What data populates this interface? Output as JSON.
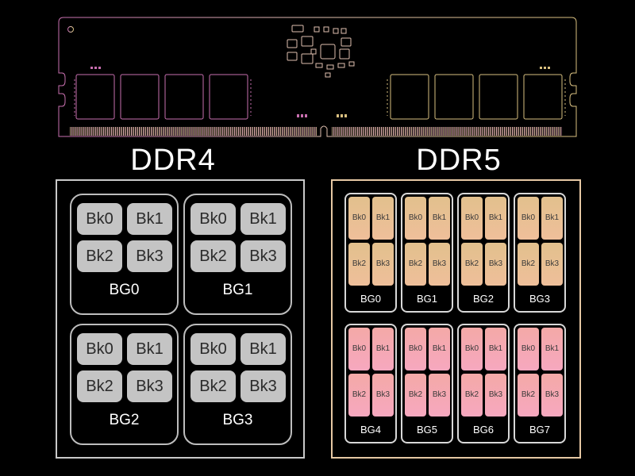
{
  "titles": {
    "left": "DDR4",
    "right": "DDR5"
  },
  "ddr4": {
    "groups": [
      {
        "label": "BG0",
        "banks": [
          "Bk0",
          "Bk1",
          "Bk2",
          "Bk3"
        ]
      },
      {
        "label": "BG1",
        "banks": [
          "Bk0",
          "Bk1",
          "Bk2",
          "Bk3"
        ]
      },
      {
        "label": "BG2",
        "banks": [
          "Bk0",
          "Bk1",
          "Bk2",
          "Bk3"
        ]
      },
      {
        "label": "BG3",
        "banks": [
          "Bk0",
          "Bk1",
          "Bk2",
          "Bk3"
        ]
      }
    ]
  },
  "ddr5": {
    "groups": [
      {
        "label": "BG0",
        "banks": [
          "Bk0",
          "Bk1",
          "Bk2",
          "Bk3"
        ]
      },
      {
        "label": "BG1",
        "banks": [
          "Bk0",
          "Bk1",
          "Bk2",
          "Bk3"
        ]
      },
      {
        "label": "BG2",
        "banks": [
          "Bk0",
          "Bk1",
          "Bk2",
          "Bk3"
        ]
      },
      {
        "label": "BG3",
        "banks": [
          "Bk0",
          "Bk1",
          "Bk2",
          "Bk3"
        ]
      },
      {
        "label": "BG4",
        "banks": [
          "Bk0",
          "Bk1",
          "Bk2",
          "Bk3"
        ]
      },
      {
        "label": "BG5",
        "banks": [
          "Bk0",
          "Bk1",
          "Bk2",
          "Bk3"
        ]
      },
      {
        "label": "BG6",
        "banks": [
          "Bk0",
          "Bk1",
          "Bk2",
          "Bk3"
        ]
      },
      {
        "label": "BG7",
        "banks": [
          "Bk0",
          "Bk1",
          "Bk2",
          "Bk3"
        ]
      }
    ]
  },
  "colors": {
    "background": "#000000",
    "ddr4_border": "#c9c9c9",
    "ddr4_bank": "#c4c4c4",
    "ddr5_border": "#e6c8a4",
    "ddr5_bank_top": "#e2c08d",
    "ddr5_bank_bottom": "#f4a9a7",
    "pcb_outline_left": "#c86fb0",
    "pcb_outline_right": "#d9c080"
  }
}
